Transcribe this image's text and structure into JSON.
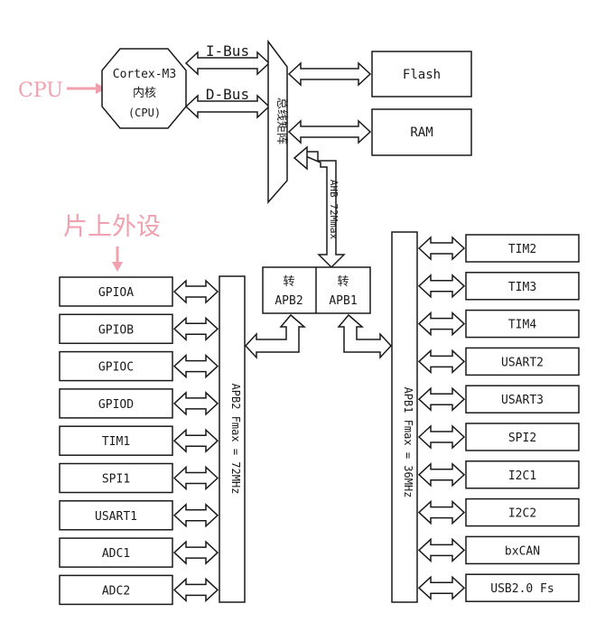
{
  "cpu_label": "CPU",
  "core": {
    "line1": "Cortex-M3",
    "line2": "内核",
    "line3": "(CPU)"
  },
  "ibus": "I-Bus",
  "dbus": "D-Bus",
  "bus_matrix": "总线矩阵",
  "flash": "Flash",
  "ram": "RAM",
  "ahb": "AHB 72Mmax",
  "peripherals_label": "片上外设",
  "bridge_apb2": {
    "line1": "转",
    "line2": "APB2"
  },
  "bridge_apb1": {
    "line1": "转",
    "line2": "APB1"
  },
  "apb2_bus": "APB2 Fmax = 72MHz",
  "apb1_bus": "APB1 Fmax = 36MHz",
  "apb2_peripherals": [
    "GPIOA",
    "GPIOB",
    "GPIOC",
    "GPIOD",
    "TIM1",
    "SPI1",
    "USART1",
    "ADC1",
    "ADC2"
  ],
  "apb1_peripherals": [
    "TIM2",
    "TIM3",
    "TIM4",
    "USART2",
    "USART3",
    "SPI2",
    "I2C1",
    "I2C2",
    "bxCAN",
    "USB2.0 Fs"
  ],
  "colors": {
    "line": "#1a1a1a",
    "annotation": "#f0a0ae"
  }
}
